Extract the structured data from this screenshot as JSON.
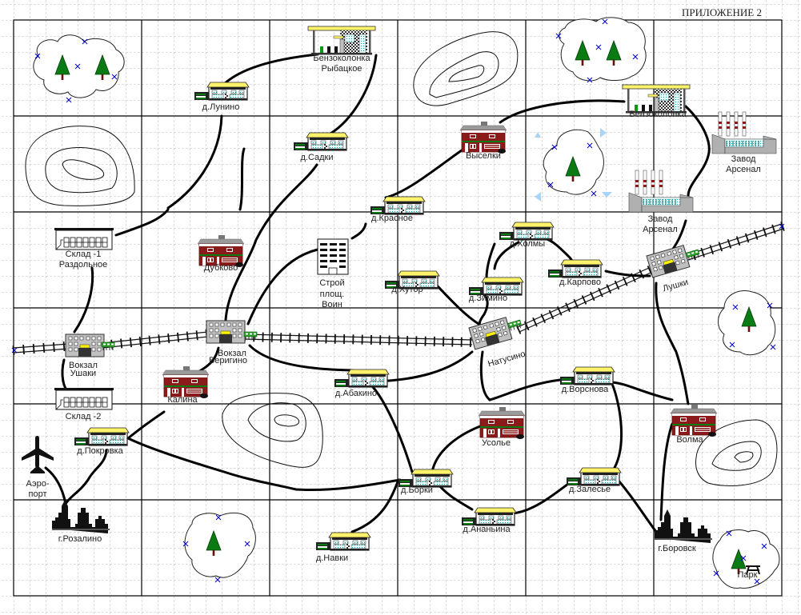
{
  "title": "ПРИЛОЖЕНИЕ 2",
  "colors": {
    "road": "#000000",
    "grid_major": "#000000",
    "grid_minor": "#bdbdbd",
    "tree": "#0a7a12",
    "trunk": "#6b0f0f",
    "house_red": "#8b1a1a",
    "building_grey": "#c0c0c0",
    "canopy_yellow": "#fff36b",
    "marker_blue": "#0000cc",
    "arrow_lightblue": "#a8d4f7"
  },
  "places": [
    {
      "id": "lunino",
      "type": "village",
      "label": "д.Лунино"
    },
    {
      "id": "gas1",
      "type": "gas-station",
      "label": "Бензоколонка",
      "label2": "Рыбацкое"
    },
    {
      "id": "sadki",
      "type": "village",
      "label": "д.Садки"
    },
    {
      "id": "vyselki",
      "type": "house",
      "label": "Выселки"
    },
    {
      "id": "gas2",
      "type": "gas-station",
      "label": "Бензоколонка"
    },
    {
      "id": "zavod1",
      "type": "factory",
      "label": "Завод",
      "label2": "Арсенал"
    },
    {
      "id": "zavod2",
      "type": "factory",
      "label": "Завод",
      "label2": "Арсенал"
    },
    {
      "id": "krasnoe",
      "type": "village",
      "label": "д.Красное"
    },
    {
      "id": "sklad1",
      "type": "warehouse",
      "label": "Склад -1",
      "label2": "Раздольное"
    },
    {
      "id": "dubkovo",
      "type": "house",
      "label": "Дубково"
    },
    {
      "id": "stroy",
      "type": "tower",
      "label": "Строй",
      "label2": "площ.",
      "label3": "Воин"
    },
    {
      "id": "holmy",
      "type": "village",
      "label": "д.Холмы"
    },
    {
      "id": "hutor",
      "type": "village",
      "label": "д.Хутор"
    },
    {
      "id": "zimino",
      "type": "village",
      "label": "д.Зимино"
    },
    {
      "id": "karpovo",
      "type": "village",
      "label": "д.Карпово"
    },
    {
      "id": "lushki",
      "type": "station",
      "label": "Лушки"
    },
    {
      "id": "ushaki",
      "type": "station",
      "label": "Вокзал",
      "label2": "Ушаки"
    },
    {
      "id": "verigino",
      "type": "station",
      "label": "Вокзал",
      "label2": "Веригино"
    },
    {
      "id": "natusino",
      "type": "station",
      "label": "Натусино"
    },
    {
      "id": "kalina",
      "type": "house",
      "label": "Калина"
    },
    {
      "id": "abakino",
      "type": "village",
      "label": "д.Абакино"
    },
    {
      "id": "vorsnova",
      "type": "village",
      "label": "д.Ворснова"
    },
    {
      "id": "sklad2",
      "type": "warehouse",
      "label": "Склад -2"
    },
    {
      "id": "pokrovka",
      "type": "village",
      "label": "д.Покровка"
    },
    {
      "id": "usolye",
      "type": "house",
      "label": "Усолье"
    },
    {
      "id": "volma",
      "type": "house",
      "label": "Волма"
    },
    {
      "id": "airport",
      "type": "airport",
      "label": "Аэро-",
      "label2": "порт"
    },
    {
      "id": "borki",
      "type": "village",
      "label": "д.Борки"
    },
    {
      "id": "zalesye",
      "type": "village",
      "label": "д.Залесье"
    },
    {
      "id": "rozalino",
      "type": "city",
      "label": "г.Розалино"
    },
    {
      "id": "ananyina",
      "type": "village",
      "label": "д.Ананьина"
    },
    {
      "id": "borovsk",
      "type": "city",
      "label": "г.Боровск"
    },
    {
      "id": "navki",
      "type": "village",
      "label": "д.Навки"
    },
    {
      "id": "park",
      "type": "park",
      "label": "Парк"
    }
  ]
}
